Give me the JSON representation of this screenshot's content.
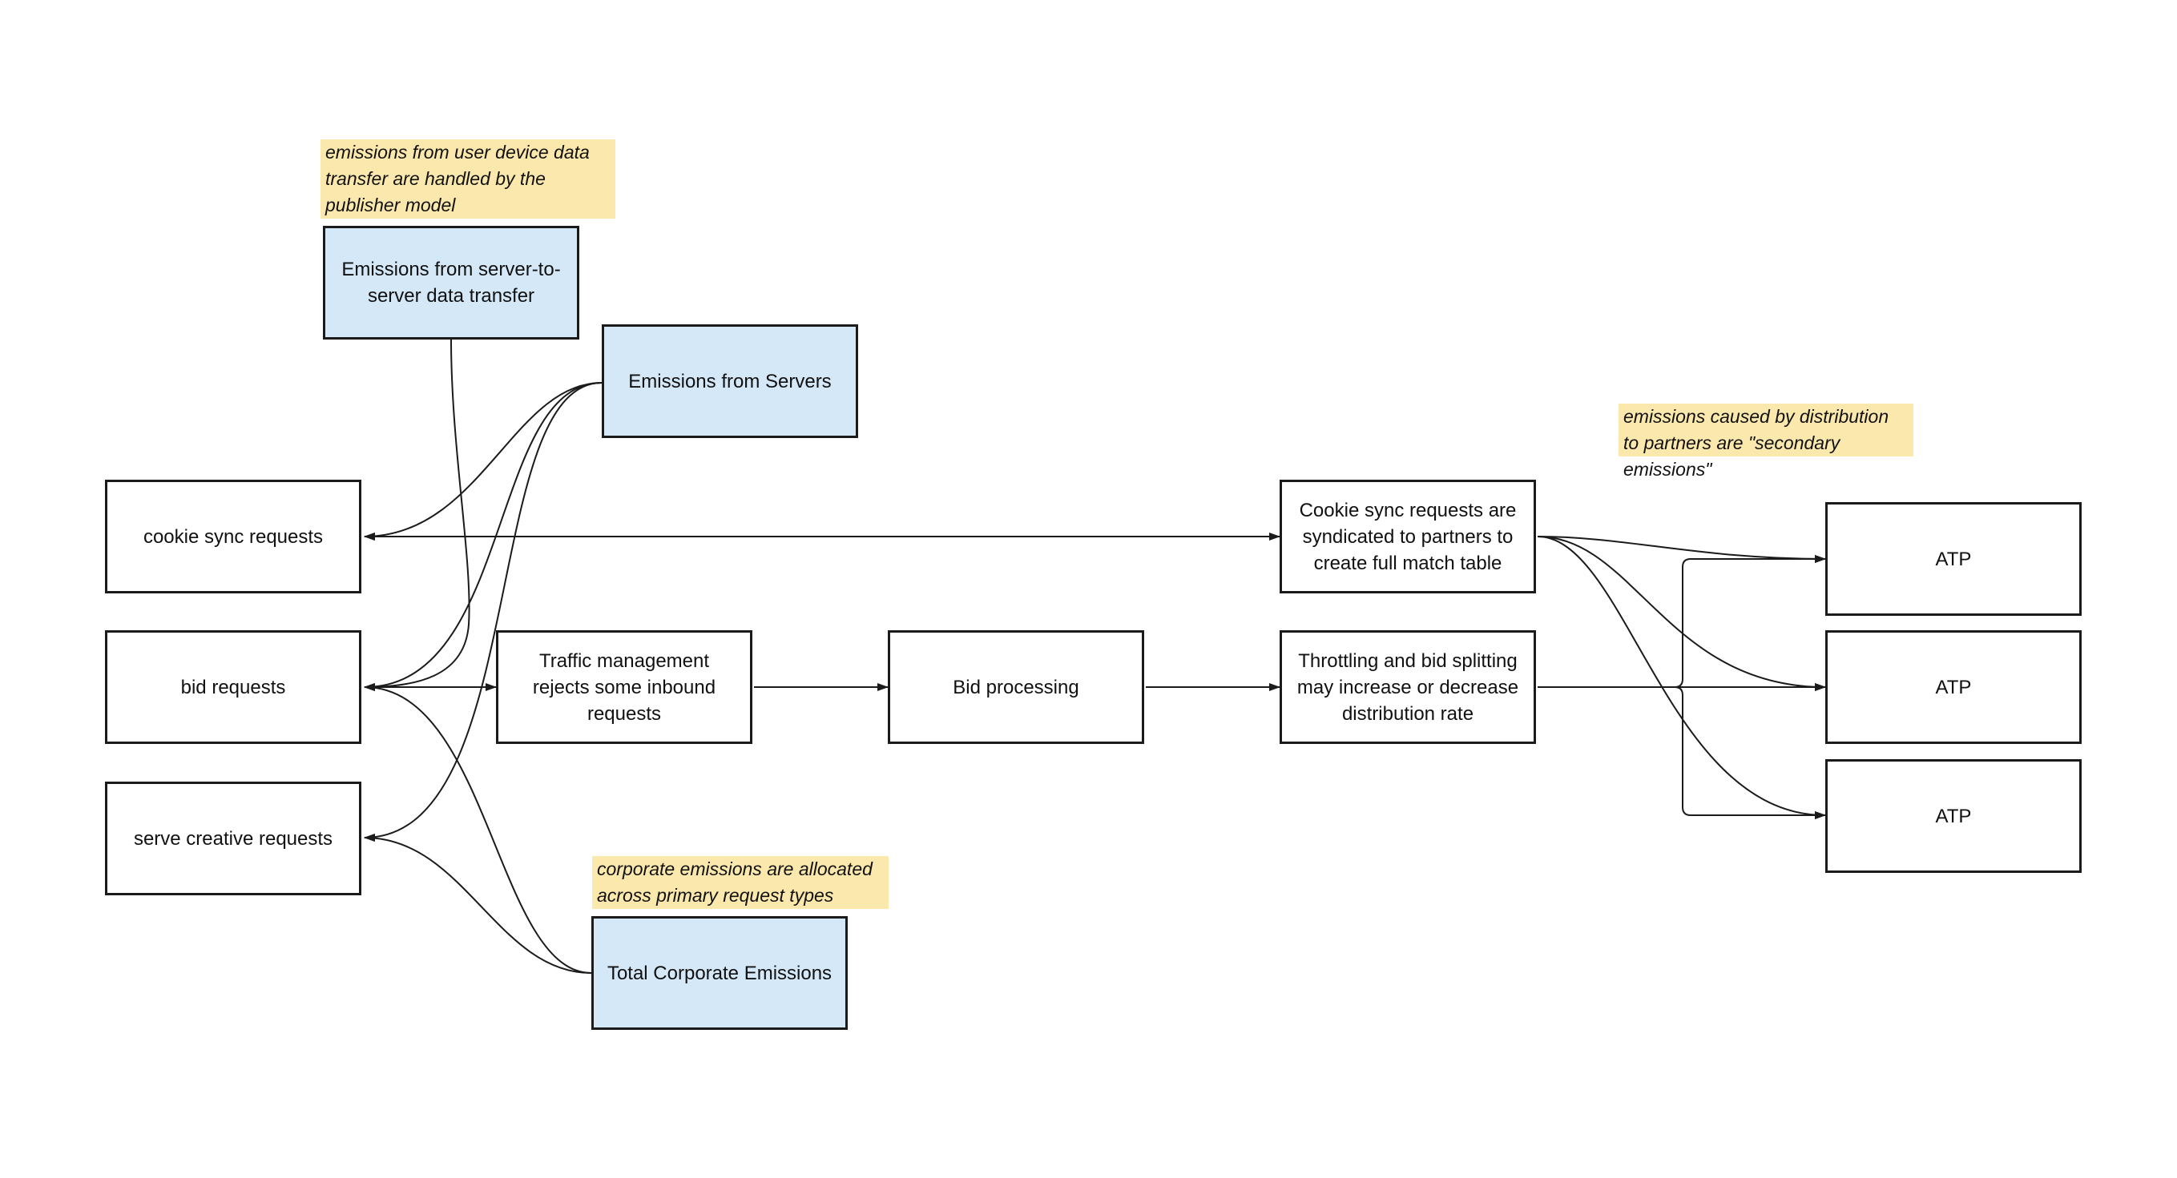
{
  "nodes": {
    "emissions_s2s": "Emissions from server-to-server data transfer",
    "emissions_servers": "Emissions from Servers",
    "total_corporate": "Total Corporate Emissions",
    "cookie_sync_requests": "cookie sync requests",
    "bid_requests": "bid requests",
    "serve_creative_requests": "serve creative requests",
    "traffic_management": "Traffic management rejects some inbound requests",
    "bid_processing": "Bid processing",
    "throttling": "Throttling and bid splitting may increase or decrease distribution rate",
    "cookie_sync_syndicated": "Cookie sync requests are syndicated to partners to create full match table",
    "atp_1": "ATP",
    "atp_2": "ATP",
    "atp_3": "ATP"
  },
  "notes": {
    "user_device": "emissions from user device data transfer are handled by the publisher model",
    "corporate": "corporate emissions are allocated across primary request types",
    "secondary": "emissions caused by distribution to partners are \"secondary emissions\""
  },
  "colors": {
    "emission_fill": "#d4e8f7",
    "note_fill": "#fbe8ad",
    "stroke": "#1b1b1b"
  }
}
